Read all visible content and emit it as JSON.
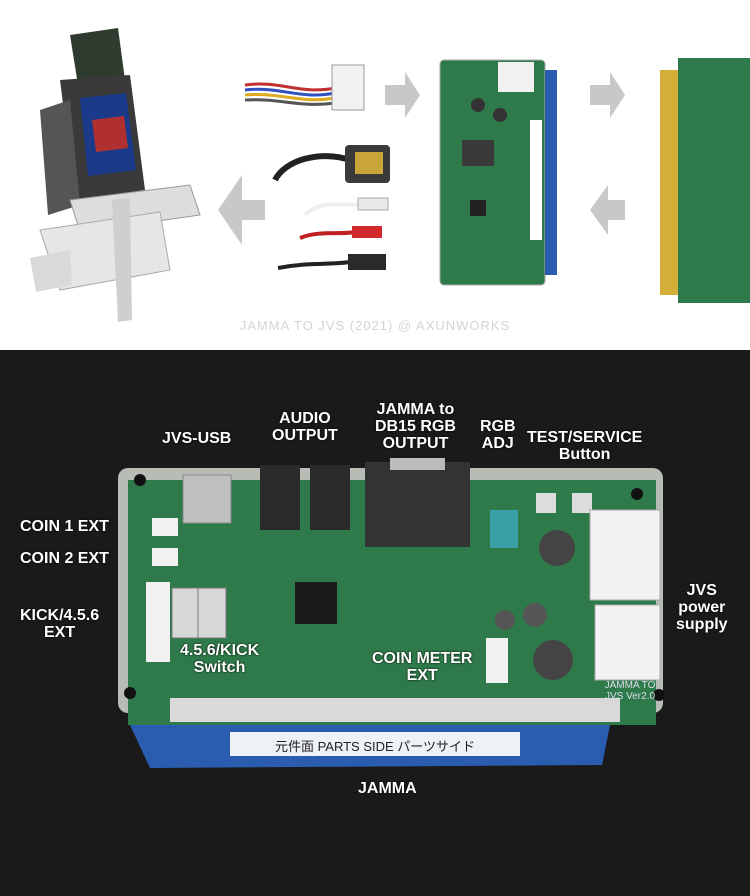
{
  "top_caption": "JAMMA TO JVS (2021) @ AXUNWORKS",
  "board_sticker_text": "元件面 PARTS SIDE パーツサイド",
  "board_silkscreen": "JAMMA TO JVS Ver2.0",
  "labels": {
    "jvs_usb": "JVS-USB",
    "audio_output": [
      "AUDIO",
      "OUTPUT"
    ],
    "jamma_db15": [
      "JAMMA to",
      "DB15 RGB",
      "OUTPUT"
    ],
    "rgb_adj": [
      "RGB",
      "ADJ"
    ],
    "test_service": [
      "TEST/SERVICE",
      "Button"
    ],
    "coin1_ext": "COIN 1 EXT",
    "coin2_ext": "COIN 2 EXT",
    "kick_ext": [
      "KICK/4.5.6",
      "EXT"
    ],
    "kick_switch": [
      "4.5.6/KICK",
      "Switch"
    ],
    "coin_meter_ext": [
      "COIN METER",
      "EXT"
    ],
    "jvs_power": [
      "JVS",
      "power",
      "supply"
    ],
    "jamma": "JAMMA"
  },
  "colors": {
    "board_green": "#2f7a4a",
    "jamma_blue": "#2a5db0",
    "arrow_gray": "#c8c8c8"
  }
}
